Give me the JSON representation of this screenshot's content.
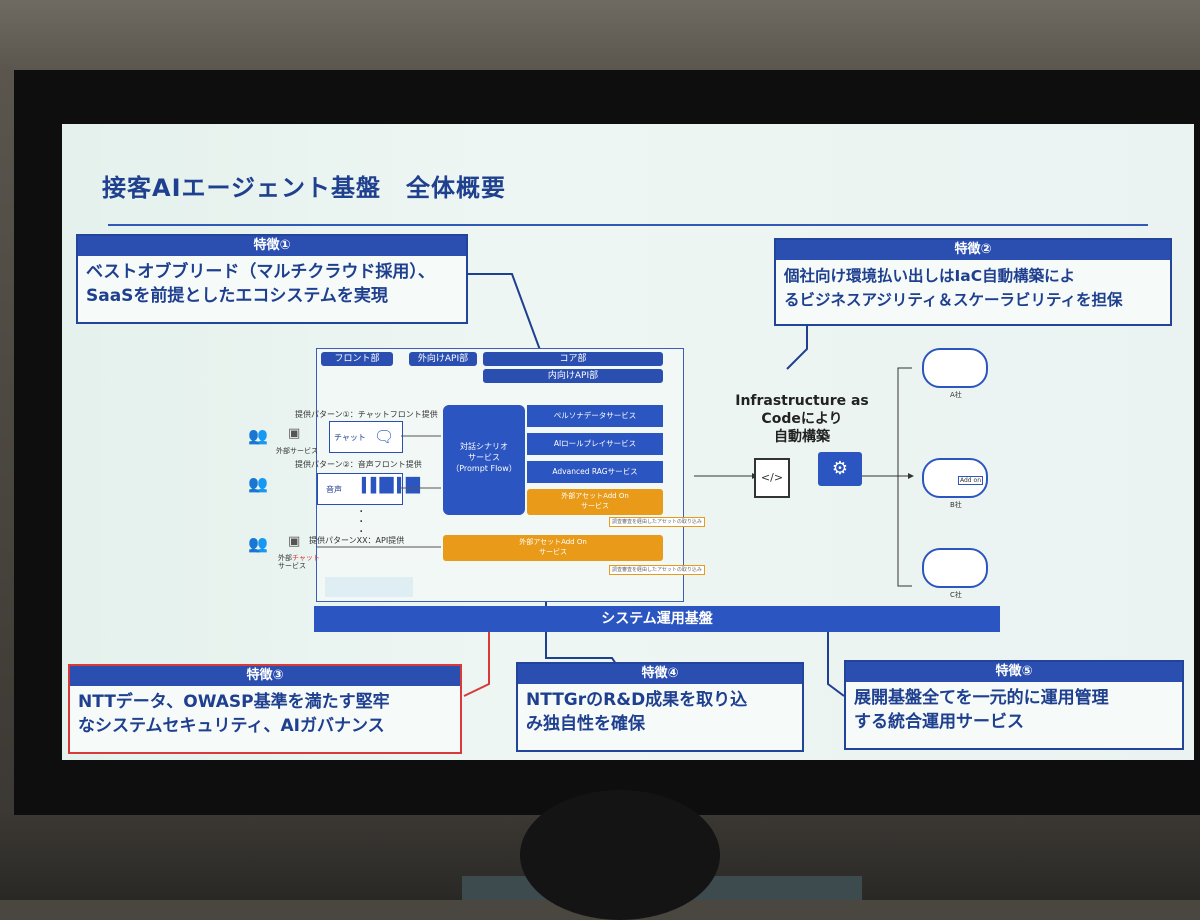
{
  "title": "接客AIエージェント基盤　全体概要",
  "features": {
    "f1": {
      "head": "特徴①",
      "lines": [
        "ベストオブブリード（マルチクラウド採用）、",
        "SaaSを前提としたエコシステムを実現"
      ]
    },
    "f2": {
      "head": "特徴②",
      "lines": [
        "個社向け環境払い出しはIaC自動構築によ",
        "るビジネスアジリティ＆スケーラビリティを担保"
      ]
    },
    "f3": {
      "head": "特徴③",
      "lines": [
        "NTTデータ、OWASP基準を満たす堅牢",
        "なシステムセキュリティ、AIガバナンス"
      ]
    },
    "f4": {
      "head": "特徴④",
      "lines": [
        "NTTGrのR&D成果を取り込",
        "み独自性を確保"
      ]
    },
    "f5": {
      "head": "特徴⑤",
      "lines": [
        "展開基盤全てを一元的に運用管理",
        "する統合運用サービス"
      ]
    }
  },
  "diagram": {
    "front": "フロント部",
    "external_api": "外向けAPI部",
    "core": "コア部",
    "internal_api": "内向けAPI部",
    "pattern1": "提供パターン①：チャットフロント提供",
    "pattern2": "提供パターン②：音声フロント提供",
    "patternxx": "提供パターンXX：API提供",
    "chat": "チャット",
    "voice": "音声",
    "external_service": "外部サービス",
    "external_chat_service_a": "外部",
    "external_chat_service_b": "チャット",
    "external_chat_service_c": "サービス",
    "scenario": [
      "対話シナリオ",
      "サービス",
      "（Prompt Flow）"
    ],
    "services": [
      "ペルソナデータサービス",
      "AIロールプレイサービス",
      "Advanced RAGサービス"
    ],
    "addon1": [
      "外部アセットAdd On",
      "サービス"
    ],
    "addon2": [
      "外部アセットAdd On",
      "サービス"
    ],
    "note1": "調査審査を経由したアセットの取り込み",
    "note2": "調査審査を経由したアセットの取り込み"
  },
  "iac": [
    "Infrastructure as",
    "Codeにより",
    "自動構築"
  ],
  "clouds": [
    "A社",
    "B社",
    "C社"
  ],
  "addon_tag": "Add on",
  "sysbar": "システム運用基盤",
  "colors": {
    "accent": "#2b4fb0",
    "orange": "#e89a18",
    "red": "#d83a3a"
  }
}
